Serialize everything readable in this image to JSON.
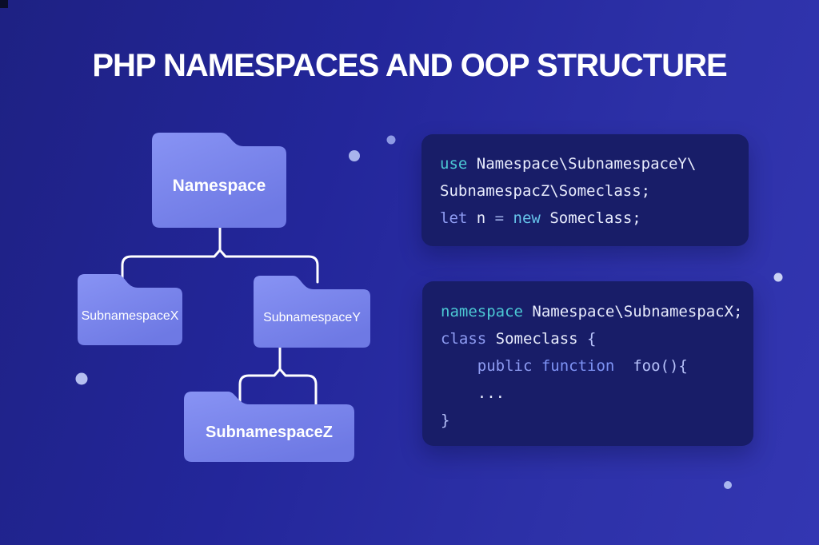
{
  "title": "PHP NAMESPACES AND OOP STRUCTURE",
  "tree": {
    "root_label": "Namespace",
    "child_x_label": "SubnamespaceX",
    "child_y_label": "SubnamespaceY",
    "grandchild_z_label": "SubnamespaceZ"
  },
  "code_blocks": [
    {
      "lines": [
        {
          "tokens": [
            {
              "text": "use ",
              "type": "keyword-teal"
            },
            {
              "text": "Namespace\\SubnamespaceY\\",
              "type": "plain"
            }
          ]
        },
        {
          "tokens": [
            {
              "text": "SubnamespacZ\\Someclass;",
              "type": "plain"
            }
          ]
        },
        {
          "tokens": [
            {
              "text": "let ",
              "type": "keyword-periwinkle"
            },
            {
              "text": "n ",
              "type": "plain"
            },
            {
              "text": "= ",
              "type": "operator"
            },
            {
              "text": "new ",
              "type": "keyword-cyan"
            },
            {
              "text": "Someclass;",
              "type": "plain"
            }
          ]
        }
      ]
    },
    {
      "lines": [
        {
          "tokens": [
            {
              "text": "namespace ",
              "type": "keyword-teal"
            },
            {
              "text": "Namespace\\SubnamespacX;",
              "type": "plain"
            }
          ]
        },
        {
          "tokens": [
            {
              "text": "class ",
              "type": "keyword-periwinkle"
            },
            {
              "text": "Someclass ",
              "type": "plain"
            },
            {
              "text": "{",
              "type": "bracket"
            }
          ]
        },
        {
          "tokens": [
            {
              "text": "    public ",
              "type": "keyword-periwinkle"
            },
            {
              "text": "function  ",
              "type": "keyword-blue"
            },
            {
              "text": "foo(){",
              "type": "bracket"
            }
          ]
        },
        {
          "tokens": [
            {
              "text": "    ...",
              "type": "plain"
            }
          ]
        },
        {
          "tokens": [
            {
              "text": "}",
              "type": "bracket"
            }
          ]
        }
      ]
    }
  ],
  "colors": {
    "background_dark": "#1e2183",
    "background_light": "#3336b2",
    "folder_fill_top": "#8893f4",
    "folder_fill_bottom": "#6e79e4",
    "connector": "#ffffff",
    "code_background": "#181d68",
    "title_text": "#ffffff",
    "syntax_teal": "#4cc9d4",
    "syntax_periwinkle": "#8f9df3",
    "syntax_blue": "#7e93f5",
    "syntax_cyan": "#66c3ea",
    "syntax_plain": "#e8ecfd",
    "syntax_bracket": "#b7c2fa",
    "syntax_operator": "#9fb0e8"
  }
}
